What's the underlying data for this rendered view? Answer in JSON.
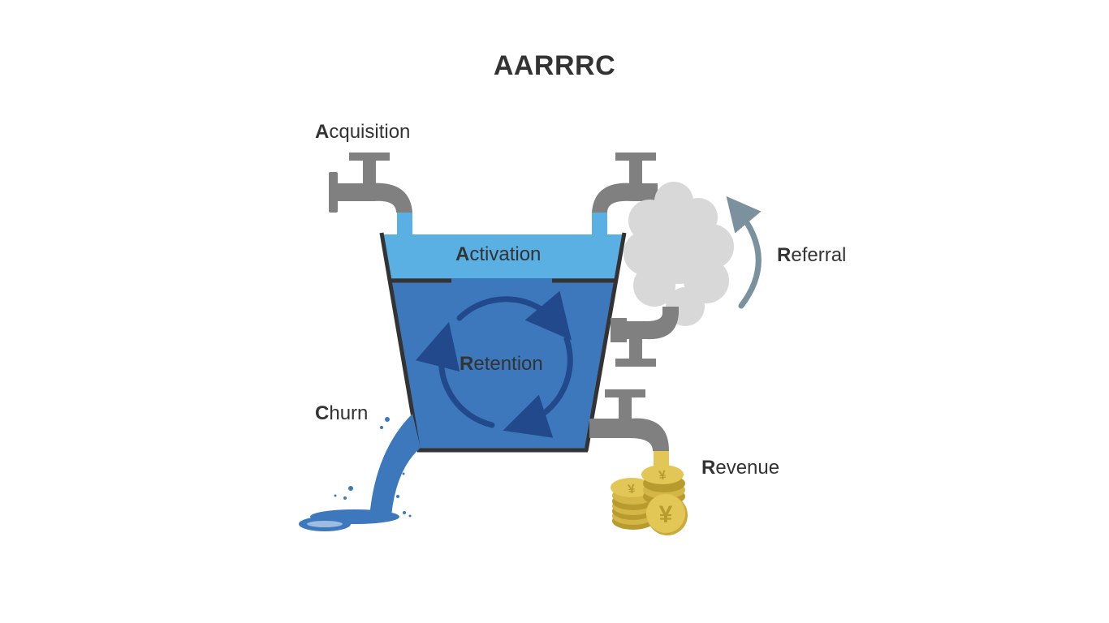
{
  "title": "AARRRC",
  "labels": {
    "acquisition": {
      "initial": "A",
      "rest": "cquisition"
    },
    "activation": {
      "initial": "A",
      "rest": "ctivation"
    },
    "referral": {
      "initial": "R",
      "rest": "eferral"
    },
    "retention": {
      "initial": "R",
      "rest": "etention"
    },
    "churn": {
      "initial": "C",
      "rest": "hurn"
    },
    "revenue": {
      "initial": "R",
      "rest": "evenue"
    }
  },
  "coin_symbol": "¥",
  "colors": {
    "text": "#333333",
    "faucet": "#808080",
    "light_water": "#5aafe3",
    "dark_water": "#3d78bd",
    "arrow_dark": "#22498c",
    "bucket_outline": "#333333",
    "cloud": "#d8d8d8",
    "referral_arrow": "#7b929e",
    "coin": "#e2c656",
    "coin_dark": "#b89b2e",
    "spill": "#3d78bd"
  },
  "icons": [
    "faucet-icon",
    "cloud-icon",
    "coin-stack-icon",
    "water-spill-icon",
    "cycle-arrow-icon",
    "curved-arrow-icon"
  ]
}
